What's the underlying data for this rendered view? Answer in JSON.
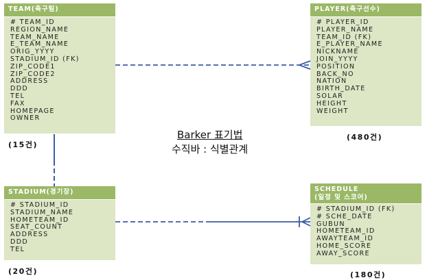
{
  "team": {
    "title": "TEAM(축구팀)",
    "attributes": [
      "# TEAM_ID",
      "REGION_NAME",
      "TEAM_NAME",
      "E_TEAM_NAME",
      "ORIG_YYYY",
      "STADIUM_ID (FK)",
      "ZIP_CODE1",
      "ZIP_CODE2",
      "ADDRESS",
      "DDD",
      "TEL",
      "FAX",
      "HOMEPAGE",
      "OWNER"
    ],
    "count": "(15건)"
  },
  "player": {
    "title": "PLAYER(축구선수)",
    "attributes": [
      "# PLAYER_ID",
      "PLAYER_NAME",
      "TEAM_ID (FK)",
      "E_PLAYER_NAME",
      "NICKNAME",
      "JOIN_YYYY",
      "POSITION",
      "BACK_NO",
      "NATION",
      "BIRTH_DATE",
      "SOLAR",
      "HEIGHT",
      "WEIGHT"
    ],
    "count": "(480건)"
  },
  "stadium": {
    "title": "STADIUM(경기장)",
    "attributes": [
      "# STADIUM_ID",
      "STADIUM_NAME",
      "HOMETEAM_ID",
      "SEAT_COUNT",
      "ADDRESS",
      "DDD",
      "TEL"
    ],
    "count": "(20건)"
  },
  "schedule": {
    "title_line1": "SCHEDULE",
    "title_line2": "(일정 및 스코어)",
    "attributes": [
      "# STADIUM_ID (FK)",
      "# SCHE_DATE",
      "GUBUN",
      "HOMETEAM_ID",
      "AWAYTEAM_ID",
      "HOME_SCORE",
      "AWAY_SCORE"
    ],
    "count": "(180건)"
  },
  "notation": {
    "line1": "Barker 표기법",
    "line2": "수직바 : 식별관계"
  },
  "colors": {
    "header": "#9ab866",
    "body": "#dde6c5",
    "relationship_line": "#3a5aa8"
  }
}
